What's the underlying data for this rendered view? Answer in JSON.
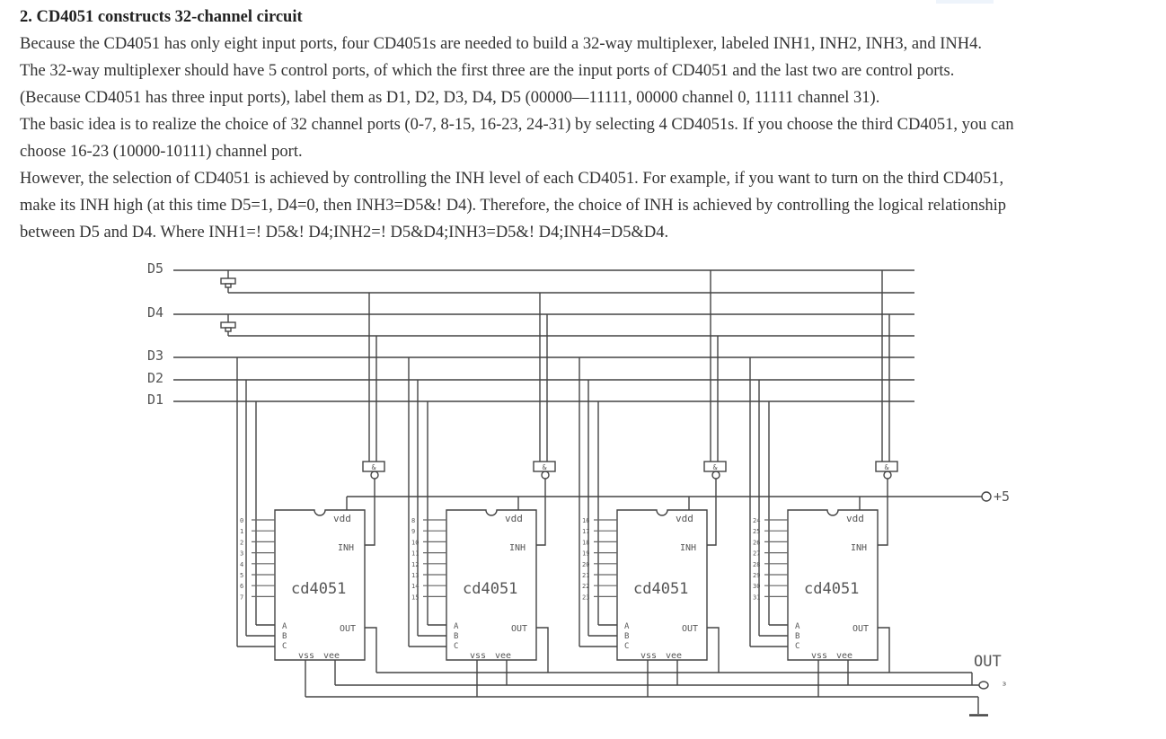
{
  "article": {
    "heading": "2. CD4051 constructs 32-channel circuit",
    "lines": [
      "Because the CD4051 has only eight input ports, four CD4051s are needed to build a 32-way multiplexer, labeled INH1, INH2, INH3, and INH4.",
      "The 32-way multiplexer should have 5 control ports, of which the first three are the input ports of CD4051 and the last two are control ports.",
      "(Because CD4051 has three input ports), label them as D1, D2, D3, D4, D5 (00000—11111, 00000 channel 0, 11111 channel 31).",
      "The basic idea is to realize the choice of 32 channel ports (0-7, 8-15, 16-23, 24-31) by selecting 4 CD4051s. If you choose the third CD4051, you can",
      "choose 16-23 (10000-10111) channel port.",
      "However, the selection of CD4051 is achieved by controlling the INH level of each CD4051. For example, if you want to turn on the third CD4051,",
      "make its INH high (at this time D5=1, D4=0, then INH3=D5&! D4). Therefore, the choice of INH is achieved by controlling the logical relationship",
      "between D5 and D4. Where INH1=! D5&! D4;INH2=! D5&D4;INH3=D5&! D4;INH4=D5&D4."
    ]
  },
  "schematic": {
    "control_labels": [
      "D5",
      "D4",
      "D3",
      "D2",
      "D1"
    ],
    "supply_label": "+5",
    "output_label": "OUT",
    "output_sub": "ᶟ",
    "gate_symbol": "&",
    "chips": [
      {
        "name": "cd4051",
        "vdd": "vdd",
        "inh": "INH",
        "out": "OUT",
        "vss": "vss",
        "vee": "vee",
        "abc": [
          "A",
          "B",
          "C"
        ],
        "channels": [
          "0",
          "1",
          "2",
          "3",
          "4",
          "5",
          "6",
          "7"
        ]
      },
      {
        "name": "cd4051",
        "vdd": "vdd",
        "inh": "INH",
        "out": "OUT",
        "vss": "vss",
        "vee": "vee",
        "abc": [
          "A",
          "B",
          "C"
        ],
        "channels": [
          "8",
          "9",
          "10",
          "11",
          "12",
          "13",
          "14",
          "15"
        ]
      },
      {
        "name": "cd4051",
        "vdd": "vdd",
        "inh": "INH",
        "out": "OUT",
        "vss": "vss",
        "vee": "vee",
        "abc": [
          "A",
          "B",
          "C"
        ],
        "channels": [
          "16",
          "17",
          "18",
          "19",
          "20",
          "21",
          "22",
          "23"
        ]
      },
      {
        "name": "cd4051",
        "vdd": "vdd",
        "inh": "INH",
        "out": "OUT",
        "vss": "vss",
        "vee": "vee",
        "abc": [
          "A",
          "B",
          "C"
        ],
        "channels": [
          "24",
          "25",
          "26",
          "27",
          "28",
          "29",
          "30",
          "31"
        ]
      }
    ]
  }
}
